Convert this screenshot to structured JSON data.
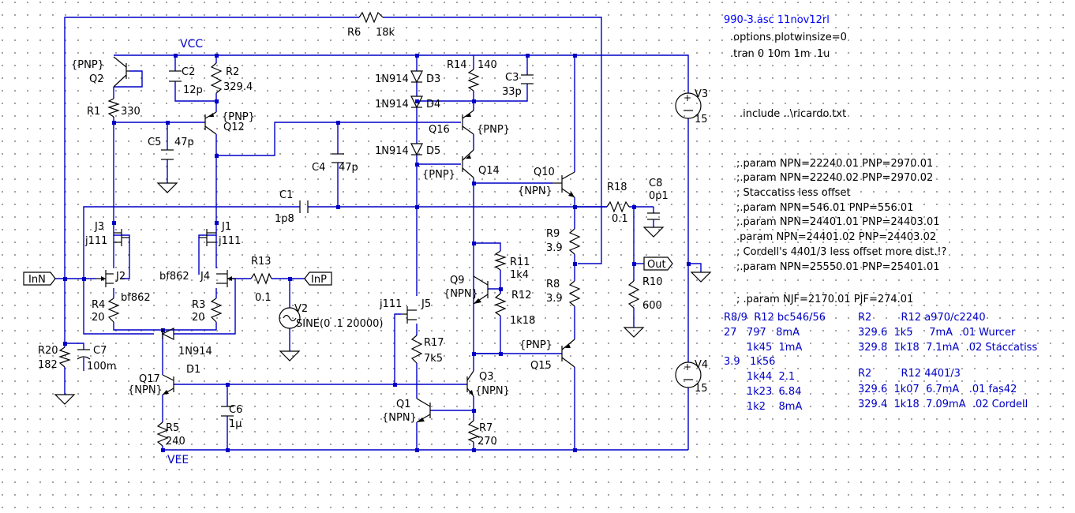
{
  "net_labels": {
    "vcc": "VCC",
    "vee": "VEE"
  },
  "ports": {
    "inn": "InN",
    "inp": "InP",
    "out": "Out"
  },
  "components": {
    "r6": {
      "ref": "R6",
      "value": "18k"
    },
    "r1": {
      "ref": "R1",
      "value": "330"
    },
    "r2": {
      "ref": "R2",
      "value": "329.4"
    },
    "r3": {
      "ref": "R3",
      "value": "20"
    },
    "r4": {
      "ref": "R4",
      "value": "20"
    },
    "r5": {
      "ref": "R5",
      "value": "240"
    },
    "r7": {
      "ref": "R7",
      "value": "270"
    },
    "r8": {
      "ref": "R8",
      "value": "3.9"
    },
    "r9": {
      "ref": "R9",
      "value": "3.9"
    },
    "r10": {
      "ref": "R10",
      "value": "600"
    },
    "r11": {
      "ref": "R11",
      "value": "1k4"
    },
    "r12": {
      "ref": "R12",
      "value": "1k18"
    },
    "r13": {
      "ref": "R13",
      "value": "0.1"
    },
    "r14": {
      "ref": "R14",
      "value": "140"
    },
    "r17": {
      "ref": "R17",
      "value": "7k5"
    },
    "r18": {
      "ref": "R18",
      "value": "0.1"
    },
    "r20": {
      "ref": "R20",
      "value": "182"
    },
    "c1": {
      "ref": "C1",
      "value": "1p8"
    },
    "c2": {
      "ref": "C2",
      "value": "12p"
    },
    "c3": {
      "ref": "C3",
      "value": "33p"
    },
    "c4": {
      "ref": "C4",
      "value": "47p"
    },
    "c5": {
      "ref": "C5",
      "value": "47p"
    },
    "c6": {
      "ref": "C6",
      "value": "1µ"
    },
    "c7": {
      "ref": "C7",
      "value": "100m"
    },
    "c8": {
      "ref": "C8",
      "value": "0p1"
    },
    "d1": {
      "ref": "D1",
      "value": "1N914"
    },
    "d3": {
      "ref": "D3",
      "value": "1N914"
    },
    "d4": {
      "ref": "D4",
      "value": "1N914"
    },
    "d5": {
      "ref": "D5",
      "value": "1N914"
    },
    "q1": {
      "ref": "Q1",
      "value": "{NPN}"
    },
    "q2": {
      "ref": "Q2",
      "value": "{PNP}"
    },
    "q3": {
      "ref": "Q3",
      "value": "{NPN}"
    },
    "q9": {
      "ref": "Q9",
      "value": "{NPN}"
    },
    "q10": {
      "ref": "Q10",
      "value": "{NPN}"
    },
    "q12": {
      "ref": "Q12",
      "value": "{PNP}"
    },
    "q14": {
      "ref": "Q14",
      "value": "{PNP}"
    },
    "q15": {
      "ref": "Q15",
      "value": "{PNP}"
    },
    "q16": {
      "ref": "Q16",
      "value": "{PNP}"
    },
    "q17": {
      "ref": "Q17",
      "value": "{NPN}"
    },
    "j1": {
      "ref": "J1",
      "value": "j111"
    },
    "j2": {
      "ref": "J2",
      "value": "bf862"
    },
    "j3": {
      "ref": "J3",
      "value": "j111"
    },
    "j4": {
      "ref": "J4",
      "value": "bf862"
    },
    "j5": {
      "ref": "J5",
      "value": "j111"
    },
    "v2": {
      "ref": "V2",
      "value": "SINE(0 .1 20000)"
    },
    "v3": {
      "ref": "V3",
      "value": "15"
    },
    "v4": {
      "ref": "V4",
      "value": "15"
    }
  },
  "directives": {
    "title": "990-3.asc  11nov12rl",
    "options": ".options plotwinsize=0",
    "tran": ".tran 0 10m 1m .1u",
    "include": ".include ..\\ricardo.txt",
    "params": [
      ";.param NPN=22240.01  PNP=2970.01",
      ";.param NPN=22240.02  PNP=2970.02",
      ";  Staccatiss less offset",
      ";.param NPN=546.01  PNP=556.01",
      ";.param NPN=24401.01  PNP=24403.01",
      ".param NPN=24401.02  PNP=24403.02",
      ";  Cordell's 4401/3 less offset more dist.!?",
      ";.param NPN=25550.01  PNP=25401.01"
    ],
    "jfet_param": "; .param NJF=2170.01  PJF=274.01"
  },
  "comments": [
    "R8/9  R12 bc546/56",
    "27   797   8mA",
    "       1k45  1mA",
    "3.9   1k56",
    "       1k44  2.1",
    "       1k23  6.84",
    "       1k2    8mA",
    "R2         R12 a970/c2240",
    "329.6  1k5     7mA  .01 Wurcer",
    "329.8  1k18  7.1mA  .02 Staccatiss",
    "R2         R12 4401/3",
    "329.6  1k07  6.7mA   .01 fas42",
    "329.4  1k18  7.09mA  .02 Cordell"
  ]
}
